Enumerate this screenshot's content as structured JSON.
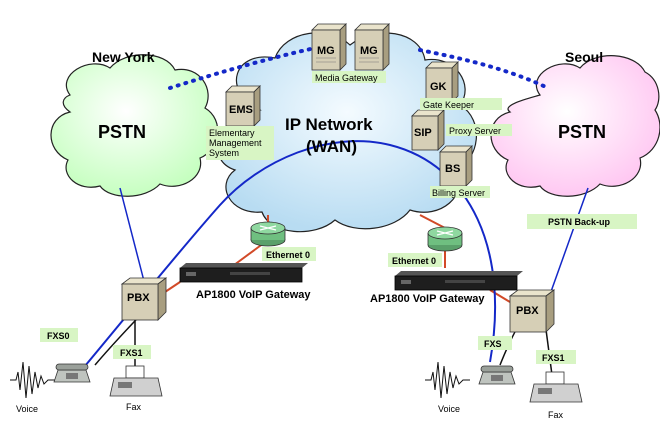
{
  "cities": {
    "left": "New York",
    "right": "Seoul"
  },
  "clouds": {
    "pstn_left": "PSTN",
    "pstn_right": "PSTN",
    "ip_network_line1": "IP Network",
    "ip_network_line2": "(WAN)"
  },
  "servers": {
    "mg1": "MG",
    "mg2": "MG",
    "mg_caption": "Media Gateway",
    "gk": "GK",
    "gk_caption": "Gate Keeper",
    "sip": "SIP",
    "sip_caption": "Proxy Server",
    "bs": "BS",
    "bs_caption": "Billing Server",
    "ems": "EMS",
    "ems_caption_1": "Elementary",
    "ems_caption_2": "Management",
    "ems_caption_3": "System"
  },
  "tags": {
    "ethernet_left": "Ethernet 0",
    "ethernet_right": "Ethernet 0",
    "pstn_backup": "PSTN Back-up",
    "fxs0": "FXS0",
    "fxs1_left": "FXS1",
    "fxs_right": "FXS",
    "fxs1_right": "FXS1"
  },
  "devices": {
    "gateway_left": "AP1800 VoIP Gateway",
    "gateway_right": "AP1800 VoIP Gateway",
    "pbx_left": "PBX",
    "pbx_right": "PBX",
    "voice_left": "Voice",
    "voice_right": "Voice",
    "fax_left": "Fax",
    "fax_right": "Fax"
  },
  "colors": {
    "pstn_left": "#c6ffc0",
    "pstn_right": "#ffc8f2",
    "ip_cloud": "#c4e4f6",
    "call_path": "#1428c8",
    "wan_link": "#d24a28",
    "tag_fill": "#d8f5c4",
    "server": "#d6cfb6"
  }
}
